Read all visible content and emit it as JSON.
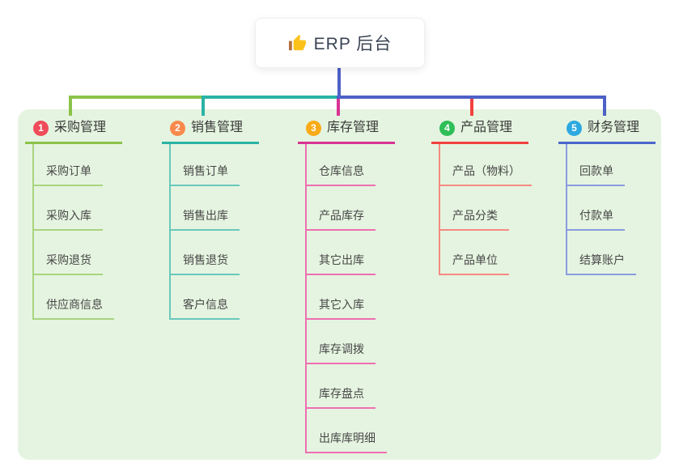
{
  "root": {
    "label": "ERP 后台",
    "icon": "thumbs-up-icon"
  },
  "branches": [
    {
      "index": "1",
      "label": "采购管理",
      "badge_color": "#f04b5a",
      "line_color": "#8bc34a",
      "child_line_color": "#a9d480",
      "children": [
        "采购订单",
        "采购入库",
        "采购退货",
        "供应商信息"
      ]
    },
    {
      "index": "2",
      "label": "销售管理",
      "badge_color": "#f98a4c",
      "line_color": "#29b3a6",
      "child_line_color": "#6ac8bc",
      "children": [
        "销售订单",
        "销售出库",
        "销售退货",
        "客户信息"
      ]
    },
    {
      "index": "3",
      "label": "库存管理",
      "badge_color": "#f9ab18",
      "line_color": "#d63493",
      "child_line_color": "#ee6fb1",
      "children": [
        "仓库信息",
        "产品库存",
        "其它出库",
        "其它入库",
        "库存调拨",
        "库存盘点",
        "出库库明细"
      ]
    },
    {
      "index": "4",
      "label": "产品管理",
      "badge_color": "#2fbe58",
      "line_color": "#f2413e",
      "child_line_color": "#f58a82",
      "children": [
        "产品（物料）",
        "产品分类",
        "产品单位"
      ]
    },
    {
      "index": "5",
      "label": "财务管理",
      "badge_color": "#2da9e1",
      "line_color": "#4a66cb",
      "child_line_color": "#8a9be0",
      "children": [
        "回款单",
        "付款单",
        "结算账户"
      ]
    }
  ],
  "connector_colors": {
    "root_line": "#4e61c7",
    "bus_segment_1": "#8bc34a",
    "bus_segment_2": "#29b3a6",
    "bus_segment_3": "#4e61c7",
    "drop_1": "#8bc34a",
    "drop_2": "#29b3a6",
    "drop_3": "#d63493",
    "drop_4": "#f2413e",
    "drop_5": "#4e61c7"
  },
  "panel_background": "#e5f4e0",
  "icon_colors": {
    "thumb_hand": "#fcc21b",
    "thumb_sleeve": "#b5713f"
  }
}
